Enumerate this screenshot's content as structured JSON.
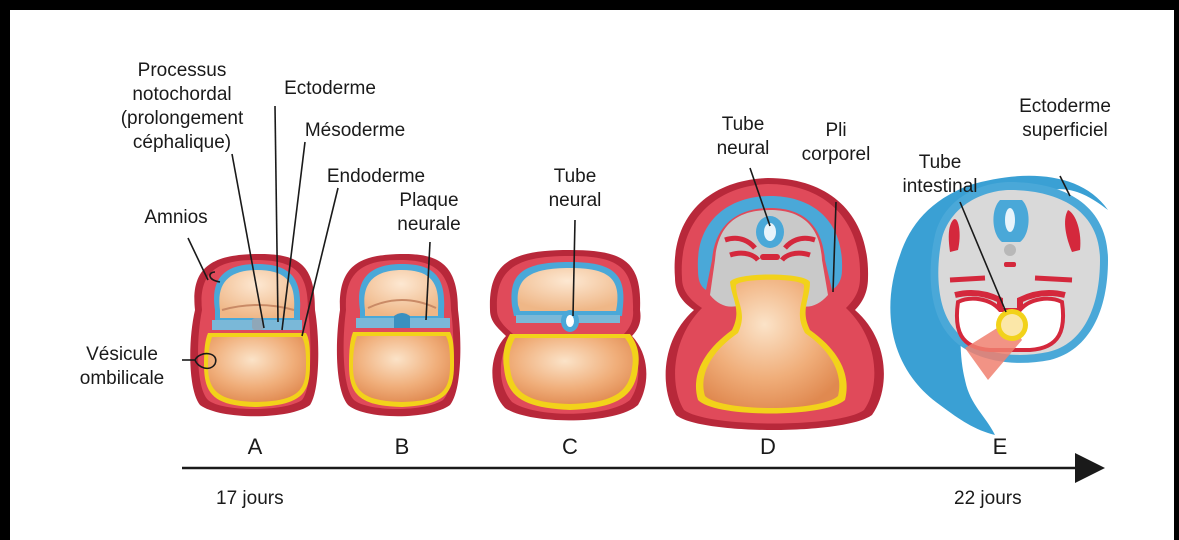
{
  "stages": [
    "A",
    "B",
    "C",
    "D",
    "E"
  ],
  "timeline": {
    "start": "17 jours",
    "end": "22 jours"
  },
  "labels": {
    "processus": [
      "Processus",
      "notochordal",
      "(prolongement",
      "céphalique)"
    ],
    "ectoderme": "Ectoderme",
    "mesoderme": "Mésoderme",
    "endoderme": "Endoderme",
    "amnios": "Amnios",
    "vesicule": [
      "Vésicule",
      "ombilicale"
    ],
    "plaque": [
      "Plaque",
      "neurale"
    ],
    "tube_neural_c": [
      "Tube",
      "neural"
    ],
    "tube_neural_d": [
      "Tube",
      "neural"
    ],
    "pli": [
      "Pli",
      "corporel"
    ],
    "tube_intestinal": [
      "Tube",
      "intestinal"
    ],
    "ectoderme_sup": [
      "Ectoderme",
      "superficiel"
    ]
  },
  "colors": {
    "ectoderm": "#4aa8d8",
    "mesoderm": "#d4283c",
    "endoderm": "#f2d21a",
    "yolk": "#f2b483",
    "body": "#c9c9c9"
  }
}
